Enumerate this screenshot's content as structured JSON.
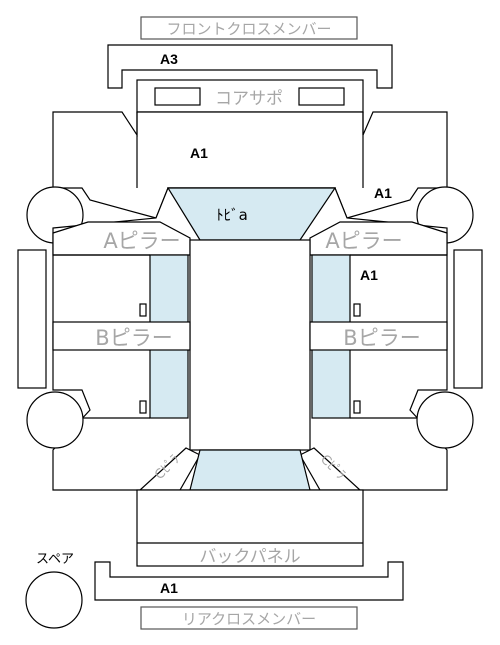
{
  "labels": {
    "front_cross_member": "フロントクロスメンバー",
    "a3": "A3",
    "core_support": "コアサポ",
    "a1_core": "A1",
    "a1_right_front": "A1",
    "roof": "ﾄﾋﾞa",
    "a_pillar": "Aピラー",
    "a1_right_mid": "A1",
    "b_pillar": "Bピラー",
    "c_pillar": "Cﾋﾟﾗ",
    "back_panel": "バックパネル",
    "spare": "スペア",
    "a1_rear": "A1",
    "rear_cross_member": "リアクロスメンバー"
  },
  "colors": {
    "glass": "#d6eaf2",
    "line": "#000000",
    "label_gray": "#a6a6a6"
  }
}
